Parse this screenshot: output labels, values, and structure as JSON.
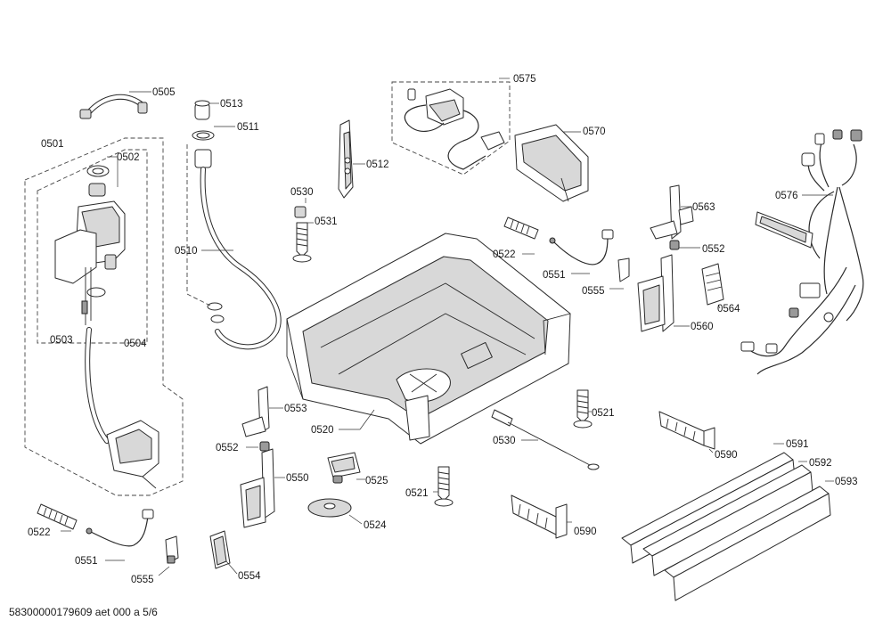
{
  "diagram": {
    "labels": {
      "p0505": "0505",
      "p0513": "0513",
      "p0511": "0511",
      "p0501": "0501",
      "p0502": "0502",
      "p0510": "0510",
      "p0503": "0503",
      "p0504": "0504",
      "p0512": "0512",
      "p0530a": "0530",
      "p0531": "0531",
      "p0575": "0575",
      "p0570": "0570",
      "p0576": "0576",
      "p0563": "0563",
      "p0552a": "0552",
      "p0522a": "0522",
      "p0551a": "0551",
      "p0555a": "0555",
      "p0564": "0564",
      "p0560": "0560",
      "p0553": "0553",
      "p0520": "0520",
      "p0552b": "0552",
      "p0550": "0550",
      "p0525": "0525",
      "p0521a": "0521",
      "p0521b": "0521",
      "p0530b": "0530",
      "p0524": "0524",
      "p0590a": "0590",
      "p0590b": "0590",
      "p0591": "0591",
      "p0592": "0592",
      "p0593": "0593",
      "p0522b": "0522",
      "p0551b": "0551",
      "p0555b": "0555",
      "p0554": "0554"
    },
    "footer": "58300000179609 aet 000 a 5/6"
  }
}
